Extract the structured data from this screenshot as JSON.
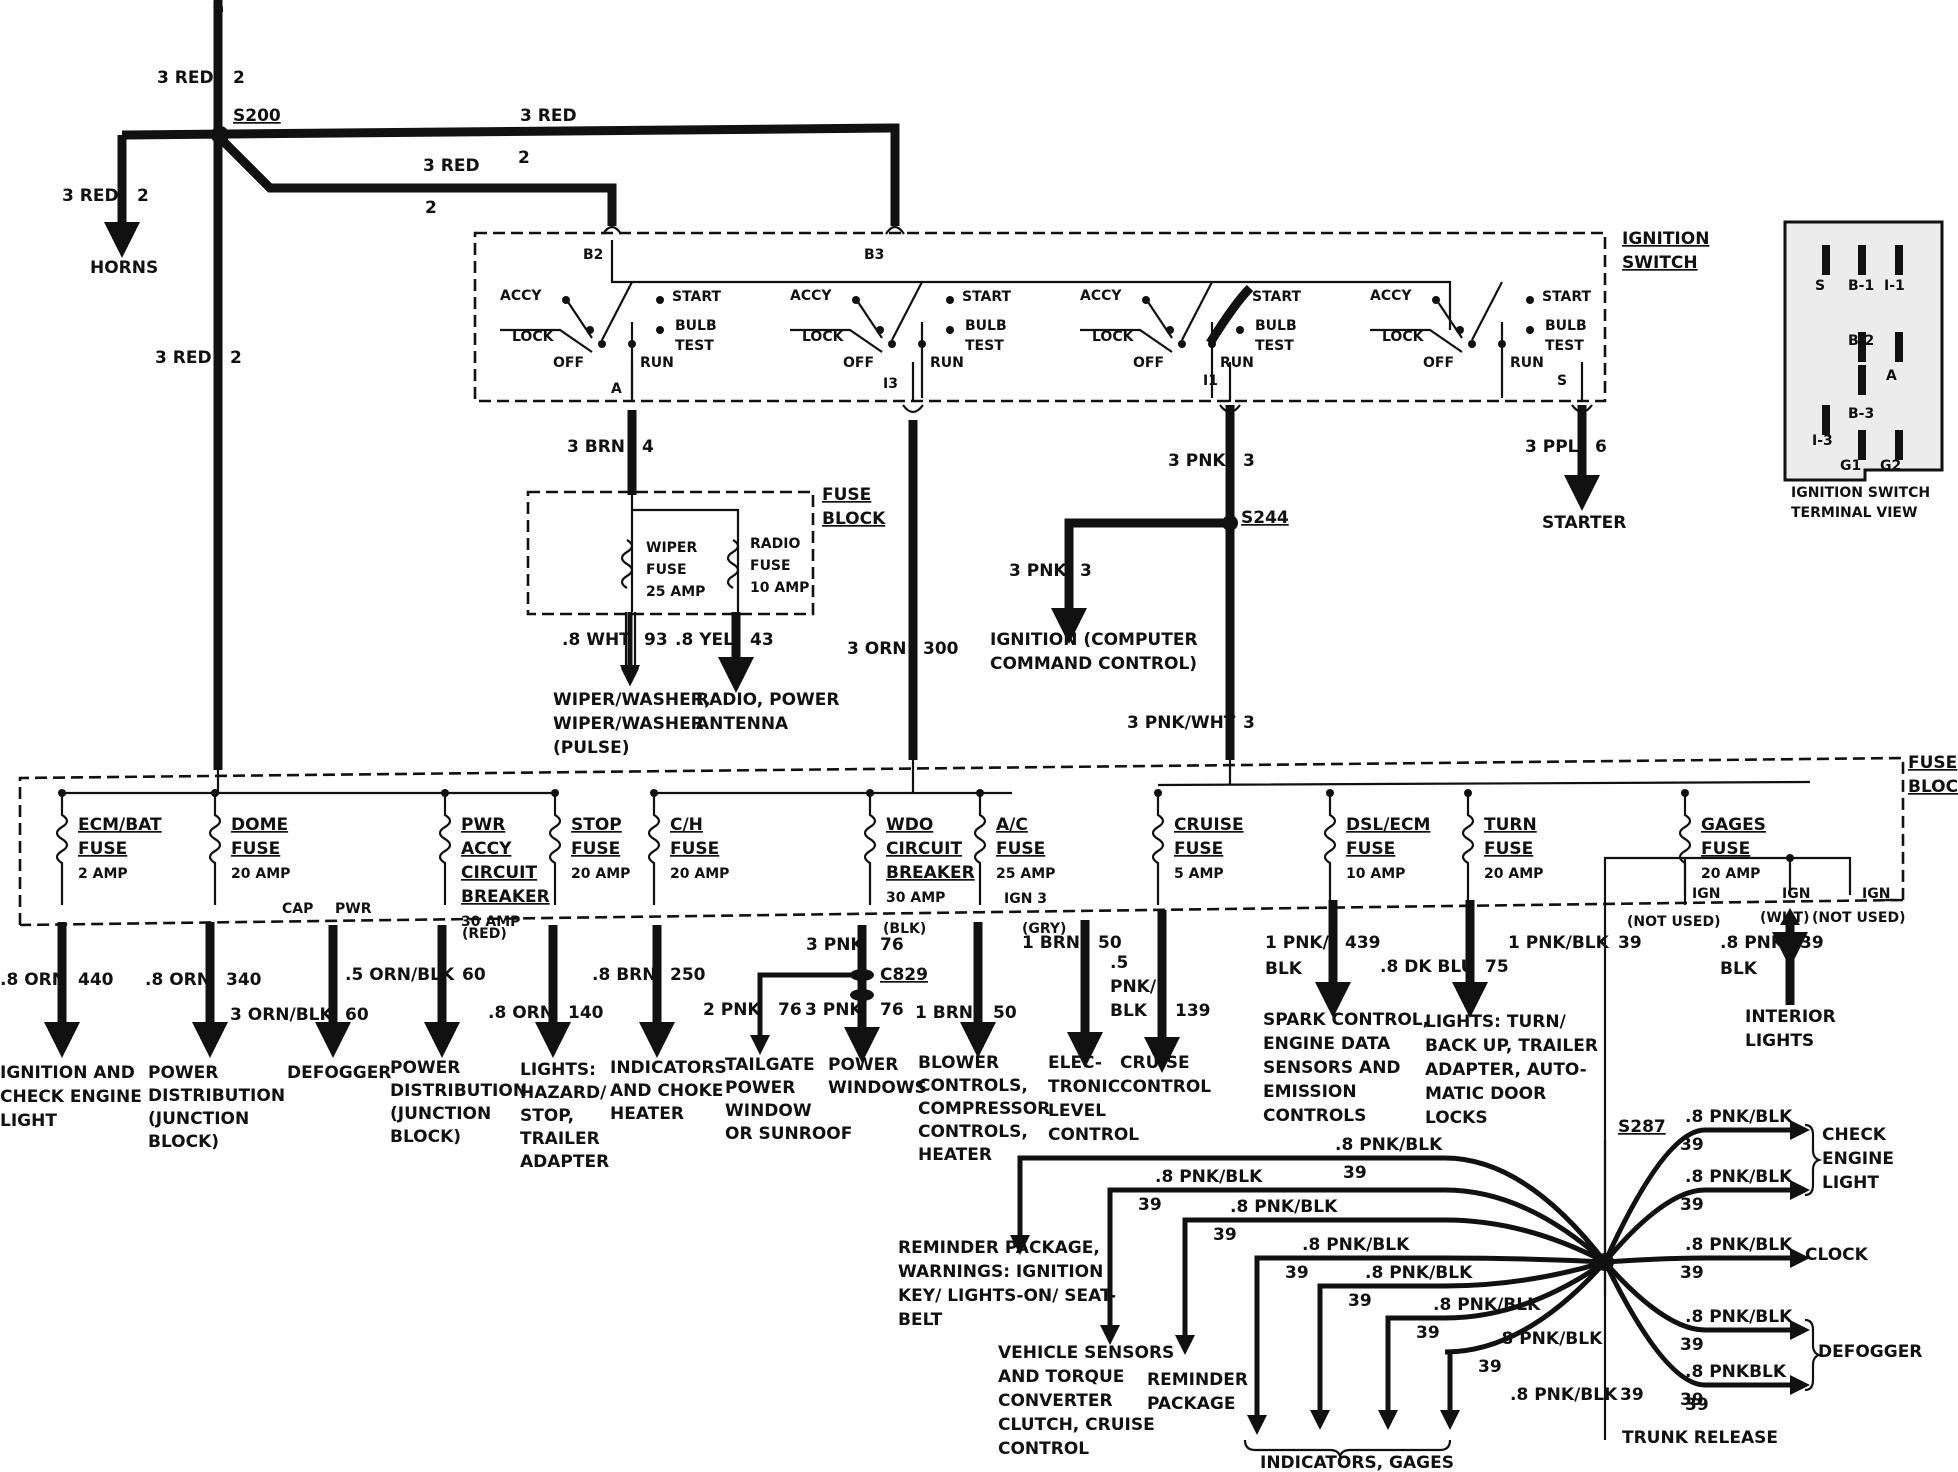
{
  "splices": {
    "s200": "S200",
    "s244": "S244",
    "s287": "S287",
    "c829": "C829"
  },
  "top": {
    "wire_3red_a": "3 RED",
    "c_2_a": "2",
    "wire_3red_b": "3 RED",
    "wire_3red_c": "3 RED",
    "c_2_c": "2",
    "c_2_d": "2",
    "wire_3red_h": "3 RED",
    "c_2_h": "2",
    "horns": "HORNS",
    "wire_3red_main": "3 RED",
    "c_2_main": "2"
  },
  "ignition_switch": {
    "title": [
      "IGNITION",
      "SWITCH"
    ],
    "b2": "B2",
    "b3": "B3",
    "i1": "I1",
    "i3": "I3",
    "a": "A",
    "s": "S",
    "accy": "ACCY",
    "lock": "LOCK",
    "off": "OFF",
    "run": "RUN",
    "start": "START",
    "bulb": "BULB",
    "test": "TEST"
  },
  "terminal_view": {
    "caption": [
      "IGNITION SWITCH",
      "TERMINAL VIEW"
    ],
    "labels": [
      "S",
      "B-1",
      "I-1",
      "B-2",
      "A",
      "B-3",
      "I-3",
      "G1",
      "G2"
    ]
  },
  "upper_circuits": {
    "brn": "3 BRN",
    "c4": "4",
    "pnk": "3 PNK",
    "c3": "3",
    "ppl": "3 PPL",
    "c6": "6",
    "starter": "STARTER",
    "pnk_branch": "3 PNK",
    "c3b": "3",
    "ign_ccc": [
      "IGNITION (COMPUTER",
      "COMMAND CONTROL)"
    ],
    "orn": "3 ORN",
    "c300": "300",
    "pnkwht": "3 PNK/WHT",
    "c3c": "3"
  },
  "small_fuse_block": {
    "title": [
      "FUSE",
      "BLOCK"
    ],
    "wiper": [
      "WIPER",
      "FUSE",
      "25 AMP"
    ],
    "radio": [
      "RADIO",
      "FUSE",
      "10 AMP"
    ],
    "wht": ".8 WHT",
    "c93": "93",
    "yel": ".8 YEL",
    "c43": "43",
    "wiper_out": [
      "WIPER/WASHER,",
      "WIPER/WASHER",
      "(PULSE)"
    ],
    "radio_out": [
      "RADIO, POWER",
      "ANTENNA"
    ]
  },
  "main_fuse_block": {
    "title": [
      "FUSE",
      "BLOCK"
    ],
    "fuses": [
      [
        "ECM/BAT",
        "FUSE",
        "2 AMP"
      ],
      [
        "DOME",
        "FUSE",
        "20 AMP"
      ],
      [
        "PWR",
        "ACCY",
        "CIRCUIT",
        "BREAKER",
        "30 AMP"
      ],
      [
        "STOP",
        "FUSE",
        "20 AMP"
      ],
      [
        "C/H",
        "FUSE",
        "20 AMP"
      ],
      [
        "WDO",
        "CIRCUIT",
        "BREAKER",
        "30 AMP"
      ],
      [
        "A/C",
        "FUSE",
        "25 AMP"
      ],
      [
        "CRUISE",
        "FUSE",
        "5 AMP"
      ],
      [
        "DSL/ECM",
        "FUSE",
        "10 AMP"
      ],
      [
        "TURN",
        "FUSE",
        "20 AMP"
      ],
      [
        "GAGES",
        "FUSE",
        "20 AMP"
      ]
    ],
    "cap": "CAP",
    "pwr": "PWR",
    "red": "(RED)",
    "blk": "(BLK)",
    "ign3": "IGN 3",
    "gry": "(GRY)",
    "ign": "IGN",
    "wht": "(WHT)",
    "not_used": "(NOT USED)"
  },
  "outputs": [
    {
      "wire": ".8 ORN",
      "circ": "440",
      "dest": [
        "IGNITION AND",
        "CHECK ENGINE",
        "LIGHT"
      ]
    },
    {
      "wire": ".8 ORN",
      "circ": "340",
      "wire2": "3 ORN/BLK",
      "circ2": "60",
      "dest": [
        "POWER",
        "DISTRIBUTION",
        "(JUNCTION",
        "BLOCK)"
      ]
    },
    {
      "wire": ".5 ORN/BLK",
      "circ": "60",
      "dest": [
        "DEFOGGER"
      ]
    },
    {
      "wire": "",
      "circ": "60",
      "dest": [
        "POWER",
        "DISTRIBUTION",
        "(JUNCTION",
        "BLOCK)"
      ]
    },
    {
      "wire": ".8 ORN",
      "circ": "140",
      "dest": [
        "LIGHTS:",
        "HAZARD/",
        "STOP,",
        "TRAILER",
        "ADAPTER"
      ]
    },
    {
      "wire": ".8 BRN",
      "circ": "250",
      "dest": [
        "INDICATORS",
        "AND CHOKE",
        "HEATER"
      ]
    },
    {
      "wire": "3 PNK",
      "circ": "76",
      "wire2": "2 PNK",
      "circ2": "76",
      "wire3": "3 PNK",
      "circ3": "76",
      "dest_a": [
        "TAILGATE",
        "POWER",
        "WINDOW",
        "OR SUNROOF"
      ],
      "dest_b": [
        "POWER",
        "WINDOWS"
      ]
    },
    {
      "wire": "1 BRN",
      "circ": "50",
      "dest": [
        "BLOWER",
        "CONTROLS,",
        "COMPRESSOR",
        "CONTROLS,",
        "HEATER"
      ]
    },
    {
      "wire": "1 BRN",
      "circ": "50",
      "dest": [
        "ELEC-",
        "TRONIC",
        "LEVEL",
        "CONTROL"
      ]
    },
    {
      "wire": ".5 PNK/ BLK",
      "circ": "139",
      "dest": [
        "CRUISE",
        "CONTROL"
      ]
    },
    {
      "wire": "1 PNK/ BLK",
      "circ": "439",
      "dest": [
        "SPARK CONTROL,",
        "ENGINE DATA",
        "SENSORS AND",
        "EMISSION",
        "CONTROLS"
      ]
    },
    {
      "wire": ".8 DK BLU",
      "circ": "75",
      "dest": [
        "LIGHTS: TURN/",
        "BACK UP, TRAILER",
        "ADAPTER, AUTO-",
        "MATIC DOOR",
        "LOCKS"
      ]
    },
    {
      "wire": "1 PNK/BLK",
      "circ": "39"
    },
    {
      "wire": ".8 PNK/ BLK",
      "circ": "39",
      "dest": [
        "INTERIOR",
        "LIGHTS"
      ]
    }
  ],
  "s287_branches": {
    "wire": ".8 PNK/BLK",
    "circ": "39",
    "wire_alt": ".8 PNKBLK",
    "check_engine": [
      "CHECK",
      "ENGINE",
      "LIGHT"
    ],
    "clock": "CLOCK",
    "defogger": "DEFOGGER",
    "reminder": [
      "REMINDER PACKAGE,",
      "WARNINGS: IGNITION",
      "KEY/ LIGHTS-ON/ SEAT-",
      "BELT"
    ],
    "vehicle": [
      "VEHICLE SENSORS",
      "AND TORQUE",
      "CONVERTER",
      "CLUTCH, CRUISE",
      "CONTROL"
    ],
    "reminder2": [
      "REMINDER",
      "PACKAGE"
    ],
    "indicators": "INDICATORS, GAGES",
    "trunk": "TRUNK RELEASE"
  }
}
